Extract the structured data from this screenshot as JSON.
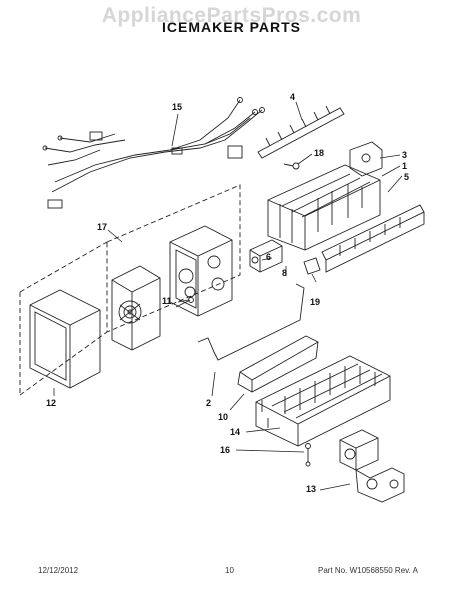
{
  "watermark": "AppliancePartsPros.com",
  "title": "ICEMAKER PARTS",
  "callouts": {
    "c1": "1",
    "c2": "2",
    "c3": "3",
    "c4": "4",
    "c5": "5",
    "c6": "6",
    "c8": "8",
    "c10": "10",
    "c11": "11",
    "c12": "12",
    "c13": "13",
    "c14": "14",
    "c15": "15",
    "c16": "16",
    "c17": "17",
    "c18": "18",
    "c19": "19"
  },
  "footer": {
    "date": "12/12/2012",
    "page": "10",
    "part_no": "Part No. W10568550  Rev. A"
  }
}
